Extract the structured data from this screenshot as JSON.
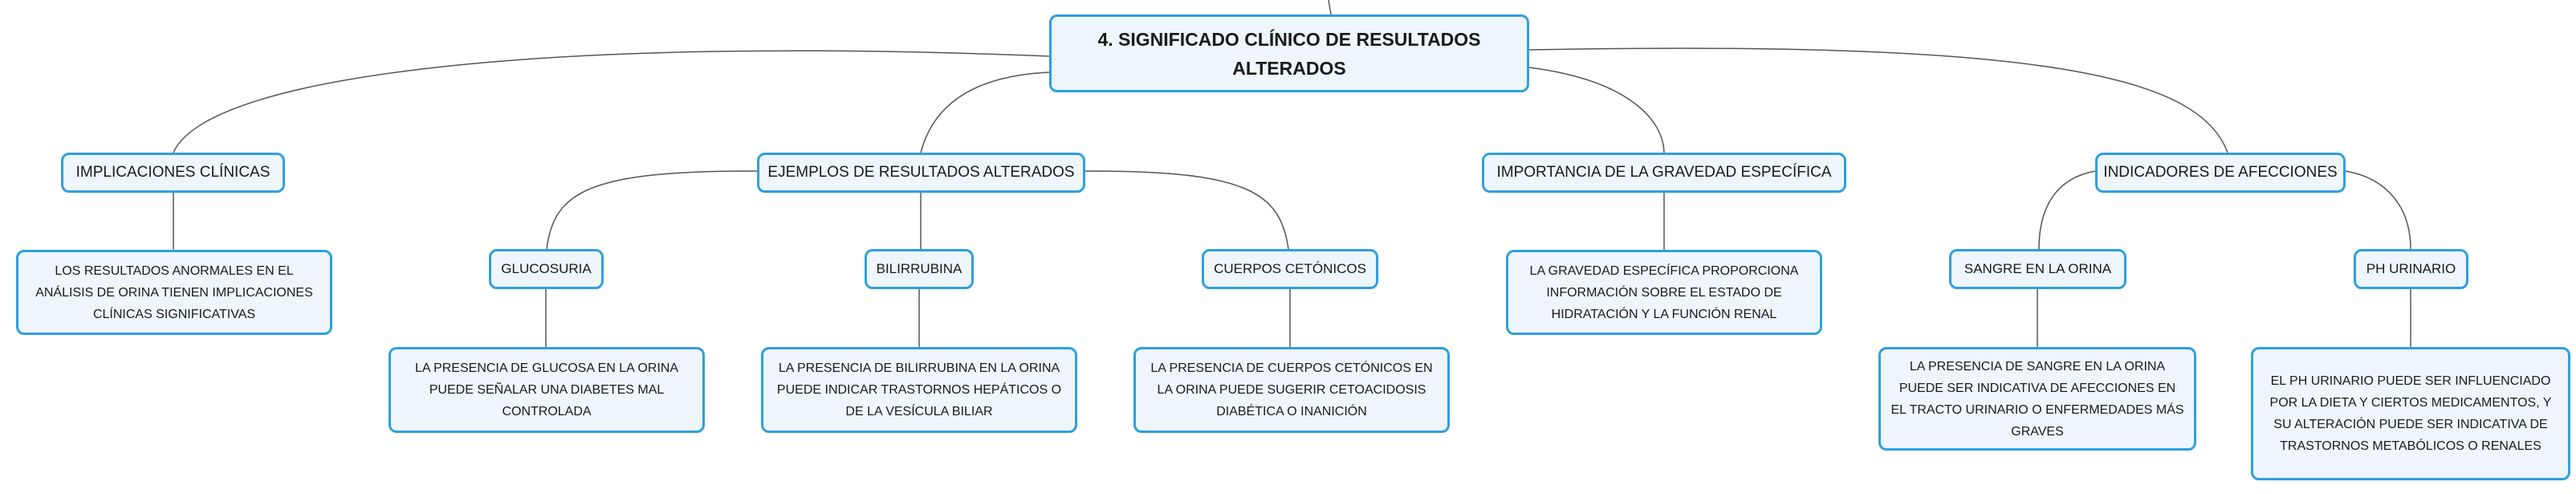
{
  "root": {
    "title": "4. SIGNIFICADO CLÍNICO DE RESULTADOS ALTERADOS"
  },
  "branches": [
    {
      "label": "IMPLICACIONES CLÍNICAS",
      "detail": "LOS RESULTADOS ANORMALES EN EL ANÁLISIS DE ORINA TIENEN IMPLICACIONES CLÍNICAS SIGNIFICATIVAS"
    },
    {
      "label": "EJEMPLOS DE RESULTADOS ALTERADOS",
      "children": [
        {
          "label": "GLUCOSURIA",
          "detail": "LA PRESENCIA DE GLUCOSA EN LA ORINA PUEDE SEÑALAR UNA DIABETES MAL CONTROLADA"
        },
        {
          "label": "BILIRRUBINA",
          "detail": "LA PRESENCIA DE BILIRRUBINA EN LA ORINA PUEDE INDICAR TRASTORNOS HEPÁTICOS O DE LA VESÍCULA BILIAR"
        },
        {
          "label": "CUERPOS CETÓNICOS",
          "detail": "LA PRESENCIA DE CUERPOS CETÓNICOS EN LA ORINA PUEDE SUGERIR CETOACIDOSIS DIABÉTICA O INANICIÓN"
        }
      ]
    },
    {
      "label": "IMPORTANCIA DE LA GRAVEDAD ESPECÍFICA",
      "detail": "LA GRAVEDAD ESPECÍFICA PROPORCIONA INFORMACIÓN SOBRE EL ESTADO DE HIDRATACIÓN Y LA FUNCIÓN RENAL"
    },
    {
      "label": "INDICADORES DE AFECCIONES",
      "children": [
        {
          "label": "SANGRE EN LA ORINA",
          "detail": "LA PRESENCIA DE SANGRE EN LA ORINA PUEDE SER INDICATIVA DE AFECCIONES EN EL TRACTO URINARIO O ENFERMEDADES MÁS GRAVES"
        },
        {
          "label": "PH URINARIO",
          "detail": "EL PH URINARIO PUEDE SER INFLUENCIADO POR LA DIETA Y CIERTOS MEDICAMENTOS, Y SU ALTERACIÓN PUEDE SER INDICATIVA DE TRASTORNOS METABÓLICOS O RENALES"
        }
      ]
    }
  ]
}
